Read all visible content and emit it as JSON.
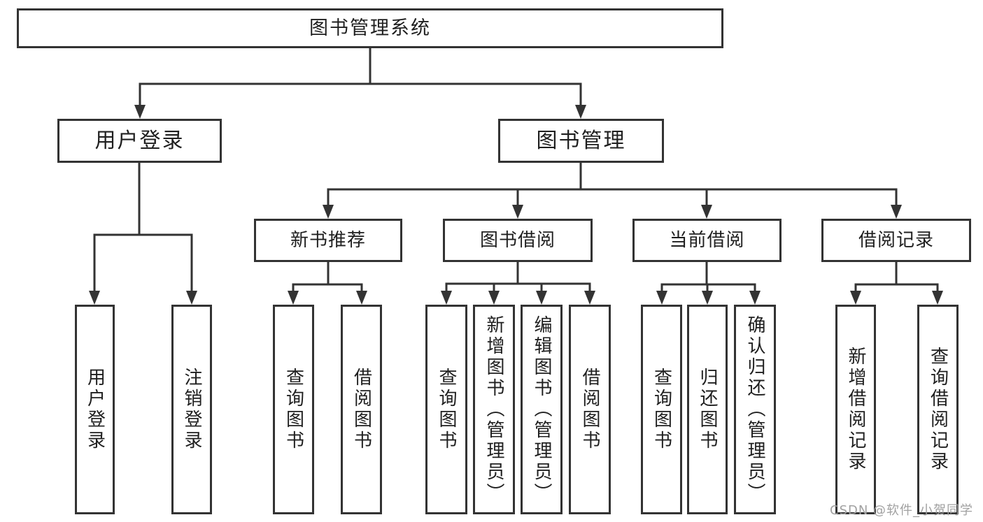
{
  "diagram": {
    "root": "图书管理系统",
    "branches": [
      {
        "label": "用户登录",
        "children": [
          {
            "label": "用户登录"
          },
          {
            "label": "注销登录"
          }
        ]
      },
      {
        "label": "图书管理",
        "children": [
          {
            "label": "新书推荐",
            "children": [
              {
                "label": "查询图书"
              },
              {
                "label": "借阅图书"
              }
            ]
          },
          {
            "label": "图书借阅",
            "children": [
              {
                "label": "查询图书"
              },
              {
                "label": "新增图书（管理员）"
              },
              {
                "label": "编辑图书（管理员）"
              },
              {
                "label": "借阅图书"
              }
            ]
          },
          {
            "label": "当前借阅",
            "children": [
              {
                "label": "查询图书"
              },
              {
                "label": "归还图书"
              },
              {
                "label": "确认归还（管理员）"
              }
            ]
          },
          {
            "label": "借阅记录",
            "children": [
              {
                "label": "新增借阅记录"
              },
              {
                "label": "查询借阅记录"
              }
            ]
          }
        ]
      }
    ]
  },
  "watermark": "CSDN @软件_小贺同学",
  "colors": {
    "line": "#333333",
    "text": "#1f1f1f",
    "background": "#ffffff",
    "watermark": "#a1a1a1"
  }
}
